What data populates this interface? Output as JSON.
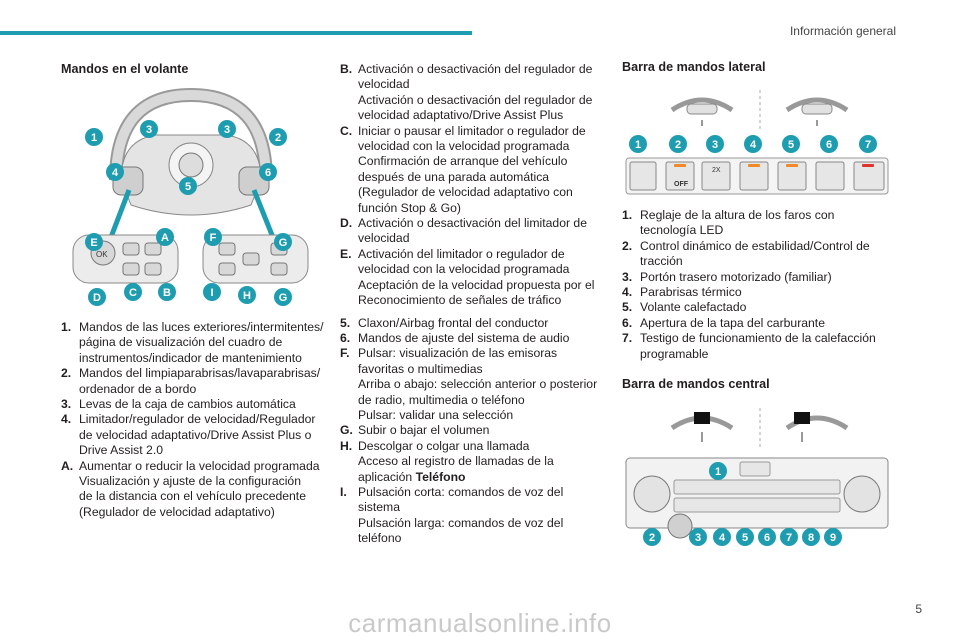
{
  "header": {
    "chapter": "Información general",
    "page_number": "5",
    "accent_color": "#1f9db0"
  },
  "left": {
    "heading": "Mandos en el volante",
    "diagram_labels": {
      "n1": "1",
      "n2": "2",
      "n3a": "3",
      "n3b": "3",
      "n4": "4",
      "n5": "5",
      "n6": "6",
      "A": "A",
      "B": "B",
      "C": "C",
      "D": "D",
      "E": "E",
      "F": "F",
      "G1": "G",
      "G2": "G",
      "H": "H",
      "I": "I",
      "ok": "OK"
    },
    "items": [
      {
        "key": "1.",
        "lines": [
          "Mandos de las luces exteriores/intermitentes/",
          "página de visualización del cuadro de",
          "instrumentos/indicador de mantenimiento"
        ]
      },
      {
        "key": "2.",
        "lines": [
          "Mandos del limpiaparabrisas/lavaparabrisas/",
          "ordenador de a bordo"
        ]
      },
      {
        "key": "3.",
        "lines": [
          "Levas de la caja de cambios automática"
        ]
      },
      {
        "key": "4.",
        "lines": [
          "Limitador/regulador de velocidad/Regulador",
          "de velocidad adaptativo/Drive Assist Plus o",
          "Drive Assist 2.0"
        ]
      },
      {
        "key": "A.",
        "lines": [
          "Aumentar o reducir la velocidad programada",
          "Visualización y ajuste de la configuración",
          "de la distancia con el vehículo precedente",
          "(Regulador de velocidad adaptativo)"
        ]
      }
    ]
  },
  "middle": {
    "items_a": [
      {
        "key": "B.",
        "lines": [
          "Activación o desactivación del regulador de",
          "velocidad",
          "Activación o desactivación del regulador de",
          "velocidad adaptativo/Drive Assist Plus"
        ]
      },
      {
        "key": "C.",
        "lines": [
          "Iniciar o pausar el limitador o regulador de",
          "velocidad con la velocidad programada",
          "Confirmación de arranque del vehículo",
          "después de una parada automática",
          "(Regulador de velocidad adaptativo con",
          "función Stop & Go)"
        ]
      },
      {
        "key": "D.",
        "lines": [
          "Activación o desactivación del limitador de",
          "velocidad"
        ]
      },
      {
        "key": "E.",
        "lines": [
          "Activación del limitador o regulador de",
          "velocidad con la velocidad programada",
          "Aceptación de la velocidad propuesta por el",
          "Reconocimiento de señales de tráfico"
        ]
      }
    ],
    "items_b": [
      {
        "key": "5.",
        "lines": [
          "Claxon/Airbag frontal del conductor"
        ]
      },
      {
        "key": "6.",
        "lines": [
          "Mandos de ajuste del sistema de audio"
        ]
      },
      {
        "key": "F.",
        "lines": [
          "Pulsar: visualización de las emisoras",
          "favoritas o multimedias",
          "Arriba o abajo: selección anterior o posterior",
          "de radio, multimedia o teléfono",
          "Pulsar: validar una selección"
        ]
      },
      {
        "key": "G.",
        "lines": [
          "Subir o bajar el volumen"
        ]
      },
      {
        "key": "H.",
        "lines": [
          "Descolgar o colgar una llamada",
          "Acceso al registro de llamadas de la"
        ]
      },
      {
        "key": "",
        "lines": []
      },
      {
        "key": "I.",
        "lines": [
          "Pulsación corta: comandos de voz del",
          "sistema",
          "Pulsación larga: comandos de voz del",
          "teléfono"
        ]
      }
    ],
    "h_line3_prefix": "aplicación ",
    "h_line3_bold": "Teléfono"
  },
  "right": {
    "heading_lateral": "Barra de mandos lateral",
    "lateral_numbers": [
      "1",
      "2",
      "3",
      "4",
      "5",
      "6",
      "7"
    ],
    "lateral_icon_text": {
      "off": "OFF",
      "twox": "2X"
    },
    "lateral_items": [
      {
        "key": "1.",
        "lines": [
          "Reglaje de la altura de los faros con",
          "tecnología LED"
        ]
      },
      {
        "key": "2.",
        "lines": [
          "Control dinámico de estabilidad/Control de",
          "tracción"
        ]
      },
      {
        "key": "3.",
        "lines": [
          "Portón trasero motorizado (familiar)"
        ]
      },
      {
        "key": "4.",
        "lines": [
          "Parabrisas térmico"
        ]
      },
      {
        "key": "5.",
        "lines": [
          "Volante calefactado"
        ]
      },
      {
        "key": "6.",
        "lines": [
          "Apertura de la tapa del carburante"
        ]
      },
      {
        "key": "7.",
        "lines": [
          "Testigo de funcionamiento de la calefacción",
          "programable"
        ]
      }
    ],
    "heading_central": "Barra de mandos central",
    "central_numbers": [
      "1",
      "2",
      "3",
      "4",
      "5",
      "6",
      "7",
      "8",
      "9"
    ]
  },
  "watermark": "carmanualsonline.info"
}
